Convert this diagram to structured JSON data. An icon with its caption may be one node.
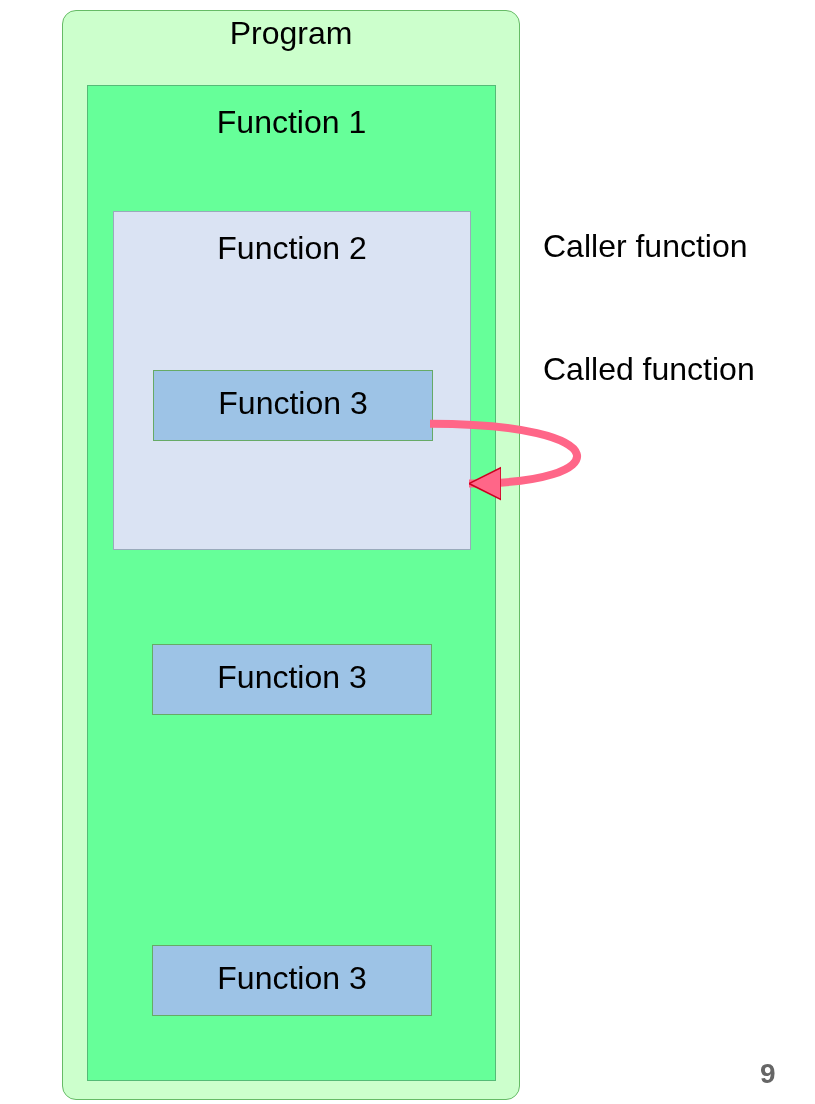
{
  "diagram": {
    "nodes": [
      {
        "text": [
          "Program"
        ]
      },
      {
        "text": [
          "Function 1"
        ],
        "in": 0
      },
      {
        "text": [
          "Function 2"
        ],
        "in": 1
      },
      {
        "text": [
          "Function 3"
        ],
        "in": 2
      },
      {
        "text": [
          "Function 3"
        ],
        "in": 1
      },
      {
        "text": [
          "Function 3"
        ],
        "in": 1
      }
    ],
    "edges": [
      {
        "from": 3,
        "to": 2,
        "arrow": "to",
        "color": "#ff6688"
      }
    ],
    "labels": [
      "Caller function",
      "Called function",
      "9"
    ]
  }
}
